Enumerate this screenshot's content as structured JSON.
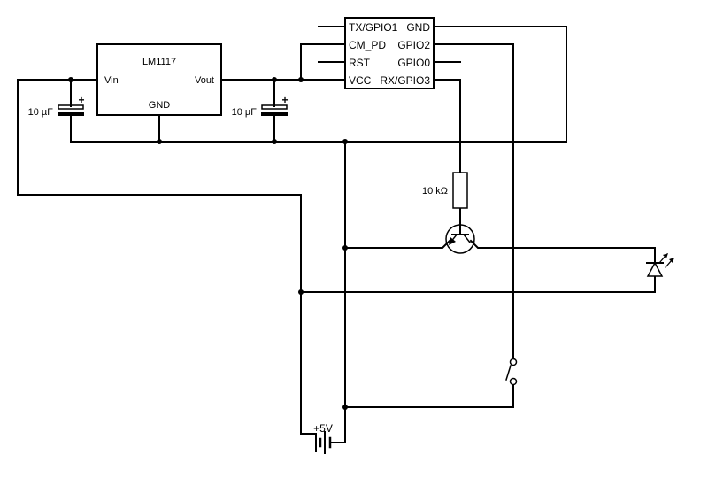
{
  "regulator": {
    "name": "LM1117",
    "pin_in": "Vin",
    "pin_out": "Vout",
    "pin_gnd": "GND"
  },
  "capacitors": {
    "input_value": "10 µF",
    "output_value": "10 µF",
    "polarity_mark": "+"
  },
  "module": {
    "left_pins": [
      "TX/GPIO1",
      "CM_PD",
      "RST",
      "VCC"
    ],
    "right_pins": [
      "GND",
      "GPIO2",
      "GPIO0",
      "RX/GPIO3"
    ]
  },
  "resistor": {
    "value": "10 kΩ"
  },
  "battery": {
    "label": "+5V"
  }
}
